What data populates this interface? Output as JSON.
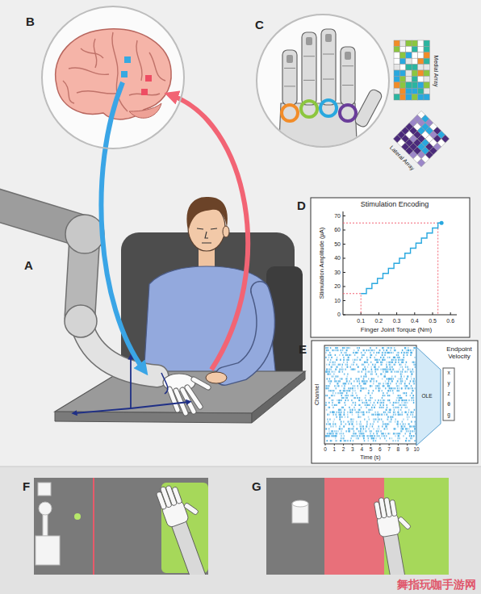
{
  "diagram": {
    "nodes": [
      {
        "text": [
          "B"
        ]
      },
      {
        "text": [
          "C"
        ]
      },
      {
        "text": [
          "Medial Array"
        ]
      },
      {
        "text": [
          "Lateral Array"
        ]
      },
      {
        "text": [
          "D",
          "Stimulation Encoding"
        ]
      },
      {
        "text": [
          "E"
        ]
      },
      {
        "text": [
          "Endpoint Velocity",
          "OLE"
        ],
        "in": 5
      },
      {
        "text": [
          "F"
        ]
      },
      {
        "text": [
          "G"
        ]
      }
    ],
    "labels": [
      "A",
      "0",
      "10",
      "20",
      "30",
      "40",
      "50",
      "60",
      "70",
      "0.1",
      "0.2",
      "0.3",
      "0.4",
      "0.5",
      "0.6",
      "Stimulation Amplitude (µA)",
      "Finger Joint Torque (Nm)",
      "Channel",
      "0",
      "1",
      "2",
      "3",
      "4",
      "5",
      "6",
      "7",
      "8",
      "9",
      "10",
      "Time (s)",
      "x",
      "y",
      "z",
      "θ",
      "g",
      "舞指玩咖手游网"
    ]
  }
}
